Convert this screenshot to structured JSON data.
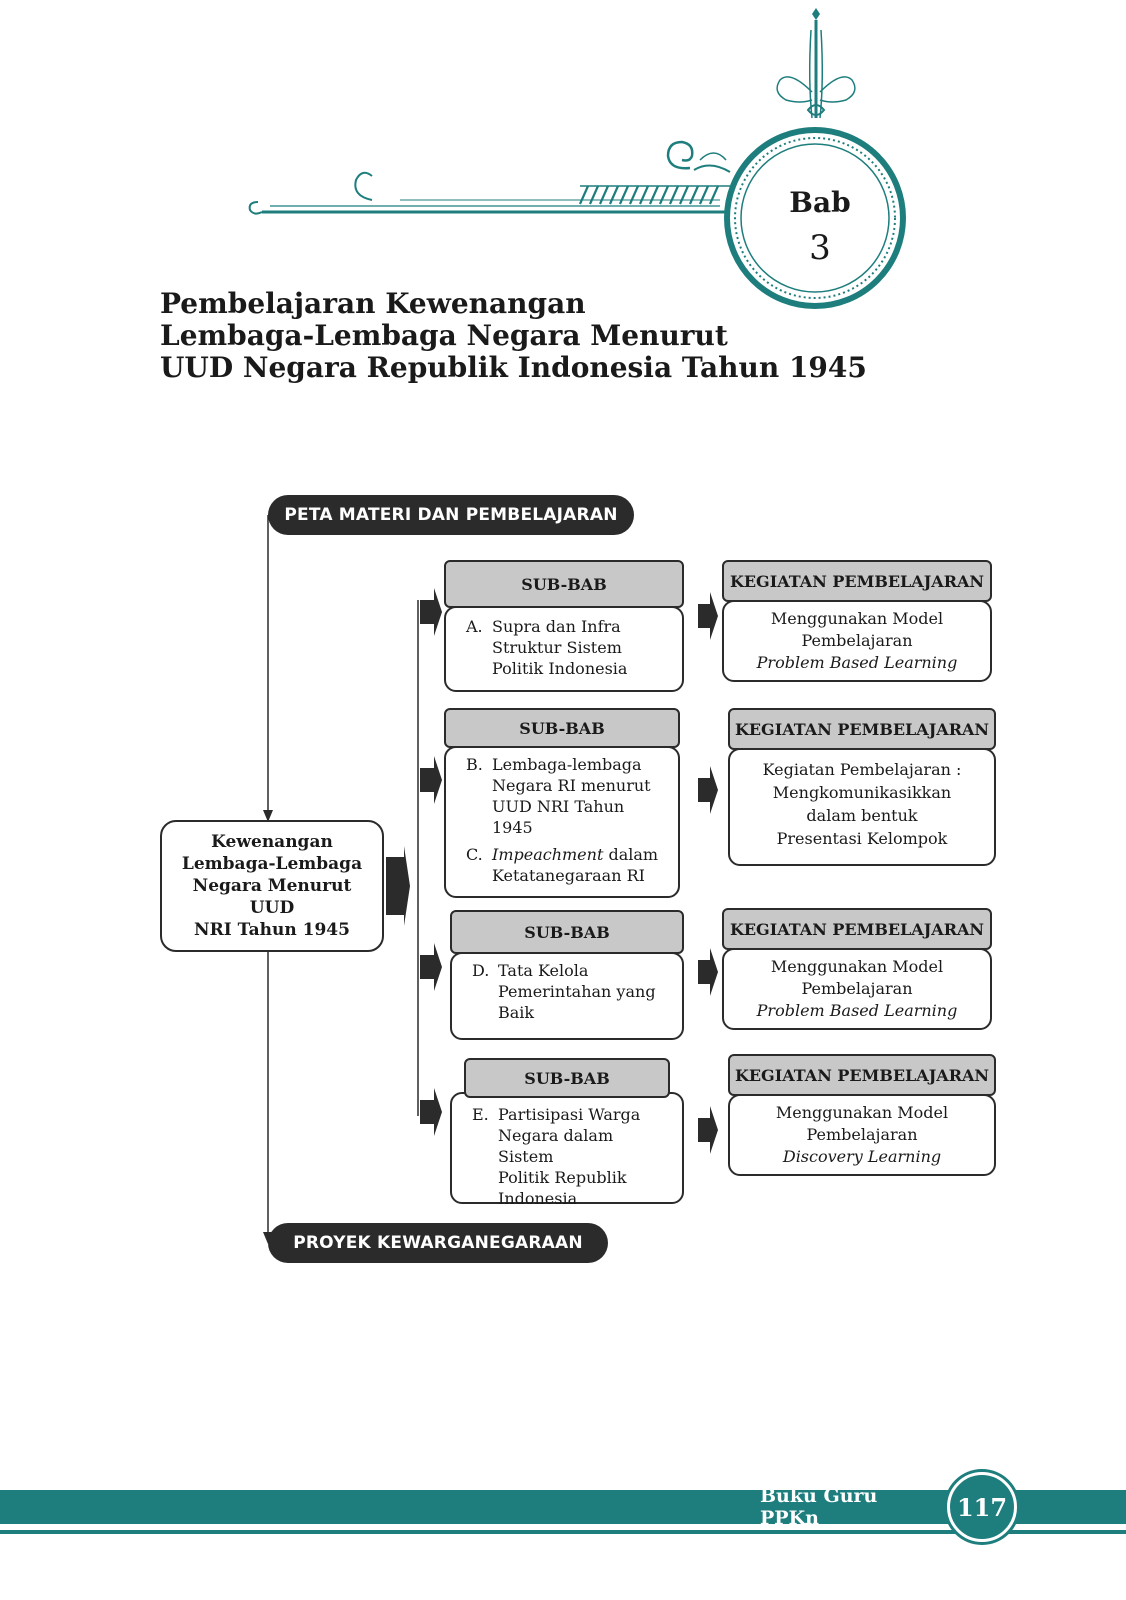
{
  "chapter": {
    "bab_word": "Bab",
    "bab_number": "3",
    "title_lines": [
      "Pembelajaran Kewenangan",
      "Lembaga-Lembaga Negara Menurut",
      "UUD Negara Republik Indonesia Tahun 1945"
    ]
  },
  "map": {
    "top_label": "PETA MATERI DAN PEMBELAJARAN",
    "bottom_label": "PROYEK KEWARGANEGARAAN",
    "main_topic_lines": [
      "Kewenangan",
      "Lembaga-Lembaga",
      "Negara Menurut UUD",
      "NRI Tahun 1945"
    ],
    "sub_bab_header": "SUB-BAB",
    "kegiatan_header": "KEGIATAN PEMBELAJARAN",
    "rows": [
      {
        "sub_items": [
          {
            "letter": "A.",
            "lines": [
              "Supra dan Infra",
              "Struktur  Sistem",
              "Politik Indonesia"
            ]
          }
        ],
        "kegiatan_lines": [
          "Menggunakan Model",
          "Pembelajaran"
        ],
        "kegiatan_italic": "Problem Based Learning"
      },
      {
        "sub_items": [
          {
            "letter": "B.",
            "lines": [
              "Lembaga-lembaga",
              "Negara RI menurut",
              "UUD NRI Tahun",
              "1945"
            ]
          },
          {
            "letter": "C.",
            "italic": "Impeachment",
            "rest": " dalam",
            "lines": [
              "Ketatanegaraan RI"
            ]
          }
        ],
        "kegiatan_lines": [
          "Kegiatan Pembelajaran :",
          "Mengkomunikasikkan",
          "dalam bentuk",
          "Presentasi Kelompok"
        ],
        "kegiatan_italic": ""
      },
      {
        "sub_items": [
          {
            "letter": "D.",
            "lines": [
              "Tata Kelola",
              "Pemerintahan yang",
              "Baik"
            ]
          }
        ],
        "kegiatan_lines": [
          "Menggunakan Model",
          "Pembelajaran"
        ],
        "kegiatan_italic": "Problem Based Learning"
      },
      {
        "sub_items": [
          {
            "letter": "E.",
            "lines": [
              "Partisipasi Warga",
              "Negara dalam Sistem",
              "Politik Republik",
              "Indonesia"
            ]
          }
        ],
        "kegiatan_lines": [
          "Menggunakan Model",
          "Pembelajaran"
        ],
        "kegiatan_italic": "Discovery Learning"
      }
    ]
  },
  "footer": {
    "book_title": "Buku Guru PPKn",
    "page_number": "117"
  },
  "colors": {
    "teal": "#1e7e7d",
    "dark": "#2b2b2b",
    "header_grey": "#c8c8c8"
  }
}
